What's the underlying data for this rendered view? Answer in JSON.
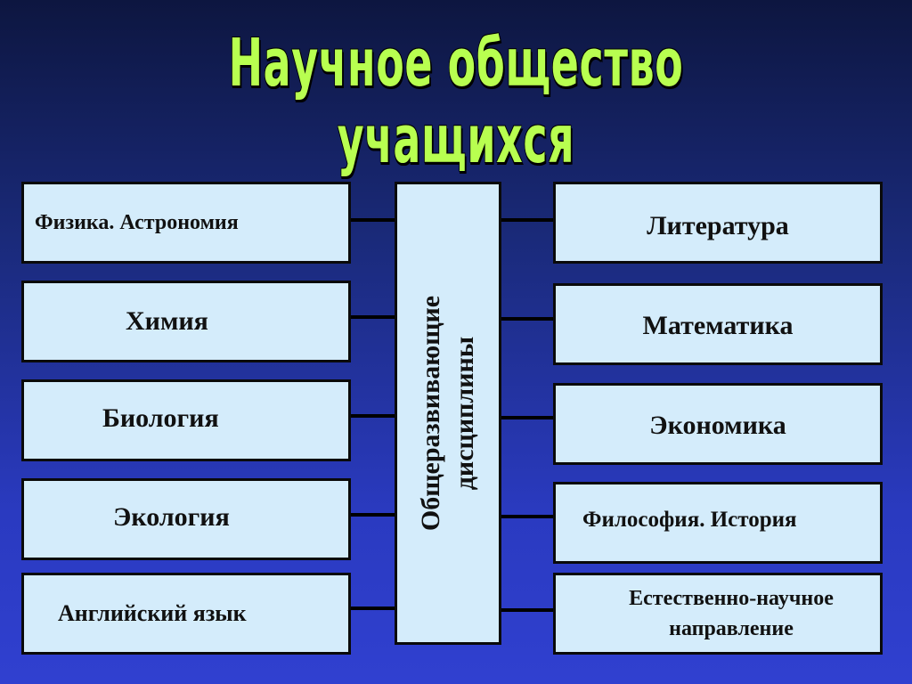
{
  "title": "Научное общество учащихся",
  "center": {
    "line1": "Общеразвивающие",
    "line2": "дисциплины"
  },
  "left_items": [
    "Физика. Астрономия",
    "Химия",
    "Биология",
    "Экология",
    "Английский язык"
  ],
  "right_items": [
    "Литература",
    "Математика",
    "Экономика",
    "Философия. История",
    "Естественно-научное направление"
  ]
}
